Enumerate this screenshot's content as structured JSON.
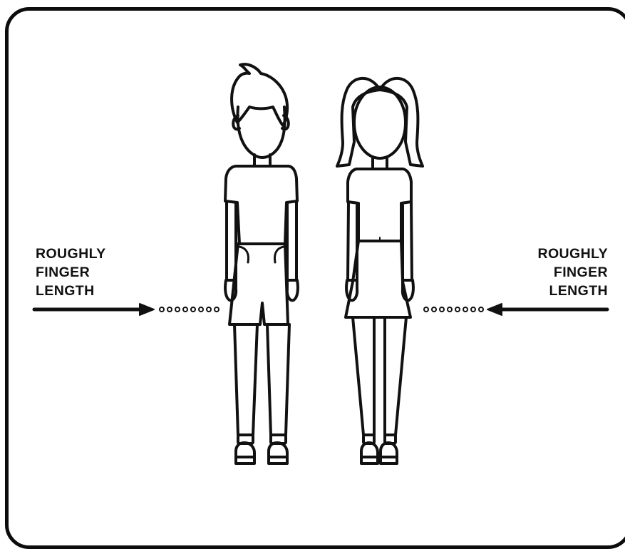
{
  "left_label": {
    "line1": "ROUGHLY",
    "line2": "FINGER",
    "line3": "LENGTH"
  },
  "right_label": {
    "line1": "ROUGHLY",
    "line2": "FINGER",
    "line3": "LENGTH"
  },
  "colors": {
    "stroke": "#111111",
    "background": "#ffffff"
  }
}
